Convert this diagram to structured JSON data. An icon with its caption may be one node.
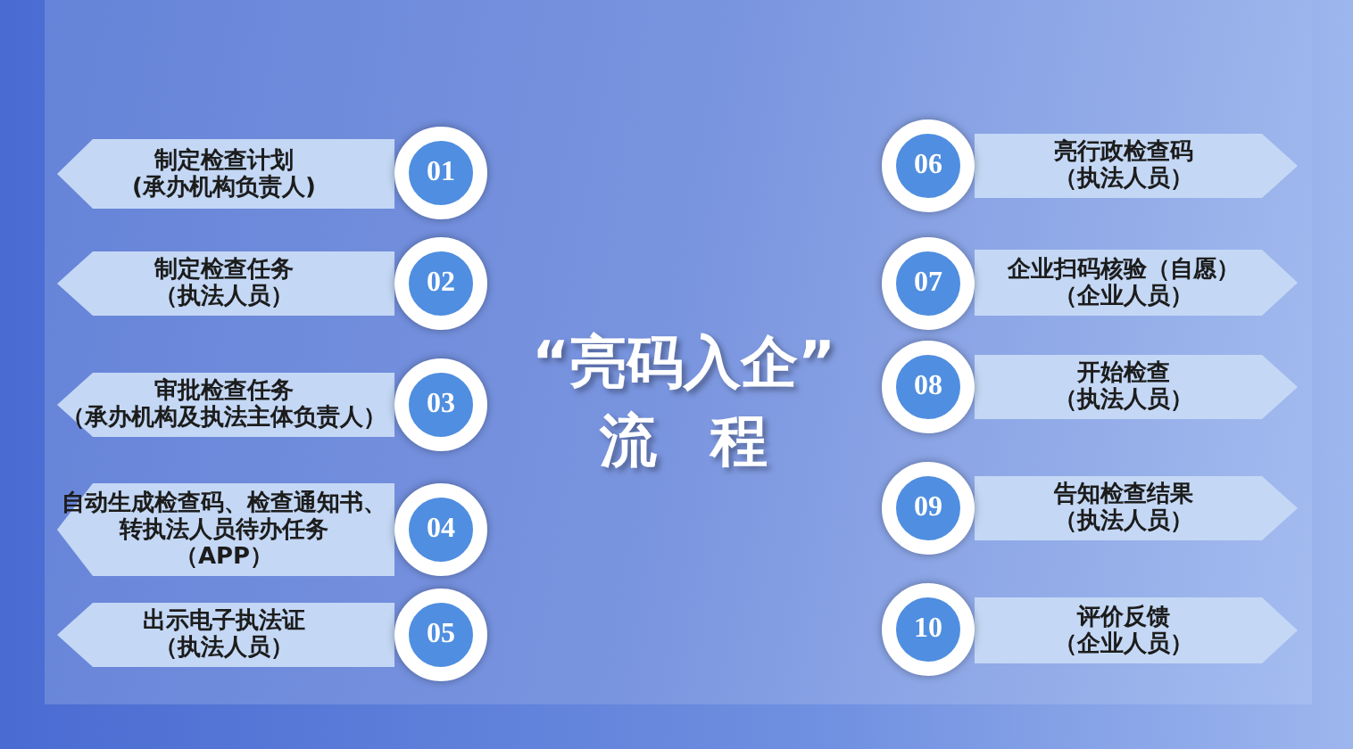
{
  "diagram": {
    "title": "“亮码入企”流 程",
    "nodes": [
      {
        "text": [
          "01"
        ]
      },
      {
        "text": [
          "制定检查计划",
          "(承办机构负责人)"
        ]
      },
      {
        "text": [
          "02"
        ]
      },
      {
        "text": [
          "制定检查任务",
          "（执法人员）"
        ]
      },
      {
        "text": [
          "03"
        ]
      },
      {
        "text": [
          "审批检查任务",
          "（承办机构及执法主体负责人）"
        ]
      },
      {
        "text": [
          "04"
        ]
      },
      {
        "text": [
          "自动生成检查码、检查通知书、转执法人员待办任务",
          "（APP）"
        ]
      },
      {
        "text": [
          "05"
        ]
      },
      {
        "text": [
          "出示电子执法证",
          "（执法人员）"
        ]
      },
      {
        "text": [
          "06"
        ]
      },
      {
        "text": [
          "亮行政检查码",
          "（执法人员）"
        ]
      },
      {
        "text": [
          "07"
        ]
      },
      {
        "text": [
          "企业扫码核验（自愿）",
          "（企业人员）"
        ]
      },
      {
        "text": [
          "08"
        ]
      },
      {
        "text": [
          "开始检查",
          "（执法人员）"
        ]
      },
      {
        "text": [
          "09"
        ]
      },
      {
        "text": [
          "告知检查结果",
          "（执法人员）"
        ]
      },
      {
        "text": [
          "10"
        ]
      },
      {
        "text": [
          "评价反馈",
          "（企业人员）"
        ]
      }
    ]
  }
}
